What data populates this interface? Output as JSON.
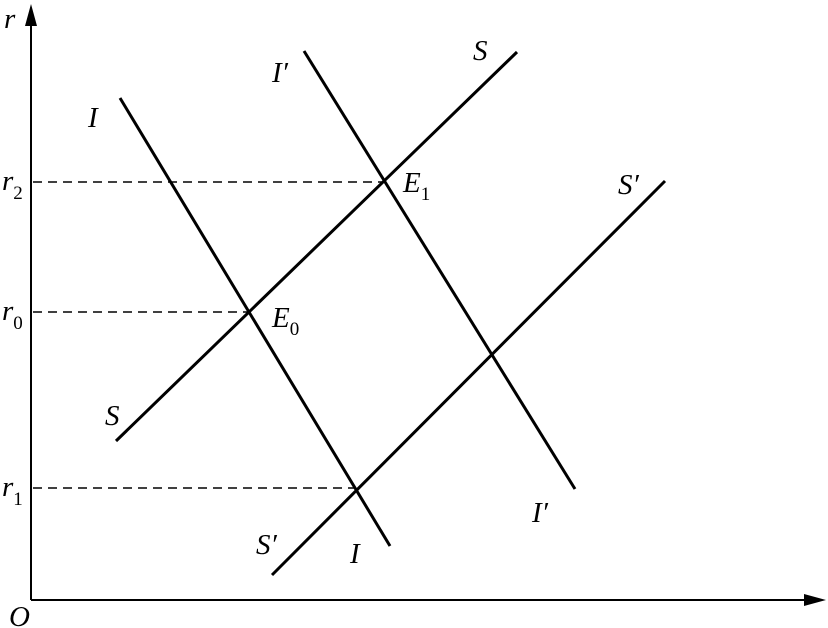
{
  "axes": {
    "y_label": "r",
    "origin_label": "O"
  },
  "rate_levels": [
    {
      "base": "r",
      "sub": "2"
    },
    {
      "base": "r",
      "sub": "0"
    },
    {
      "base": "r",
      "sub": "1"
    }
  ],
  "curves": {
    "I": {
      "label_top": "I",
      "label_bottom": "I"
    },
    "Ip": {
      "label_top": "I′",
      "label_bottom": "I′"
    },
    "S": {
      "label_top": "S",
      "label_bottom": "S"
    },
    "Sp": {
      "label_top": "S′",
      "label_bottom": "S′"
    }
  },
  "equilibria": [
    {
      "base": "E",
      "sub": "0"
    },
    {
      "base": "E",
      "sub": "1"
    }
  ]
}
